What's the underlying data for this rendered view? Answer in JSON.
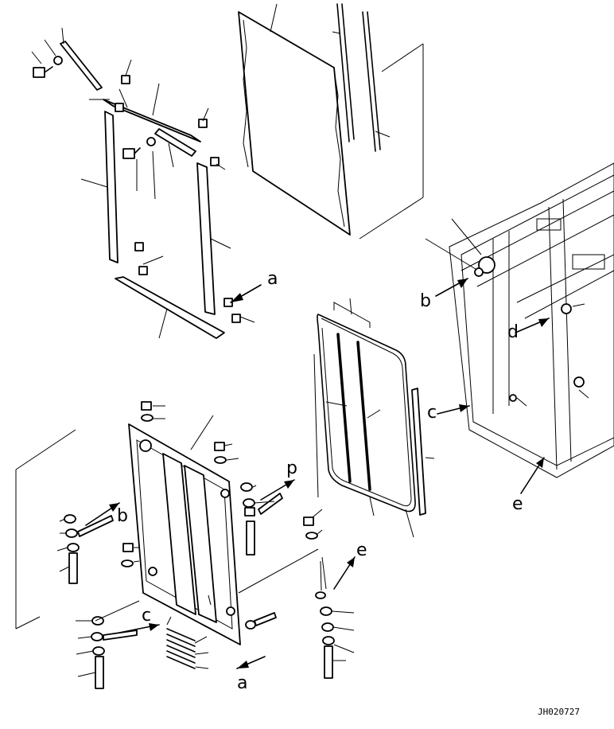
{
  "drawing_code": "JH020727",
  "reference_letters": [
    "a",
    "b",
    "c",
    "d",
    "e"
  ]
}
